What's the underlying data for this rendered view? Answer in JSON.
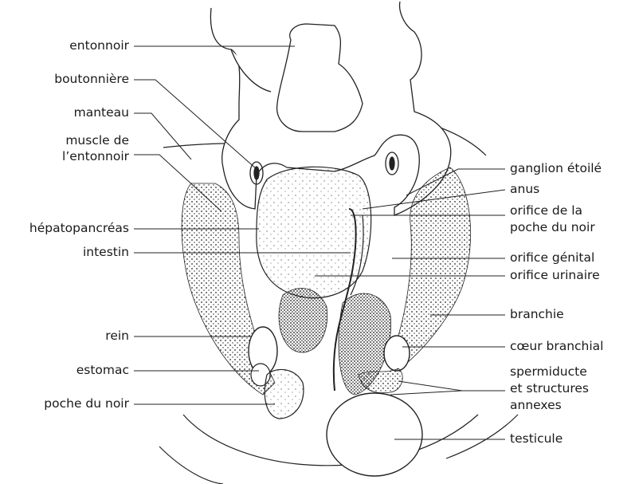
{
  "diagram": {
    "left_labels": [
      "entonnoir",
      "boutonnière",
      "manteau",
      "muscle de\nl’entonnoir",
      "hépatopancréas",
      "intestin",
      "rein",
      "estomac",
      "poche du noir"
    ],
    "right_labels": [
      "ganglion étoilé",
      "anus",
      "orifice de la\npoche du noir",
      "orifice génital",
      "orifice urinaire",
      "branchie",
      "cœur branchial",
      "spermiducte\net structures\nannexes",
      "testicule"
    ]
  }
}
